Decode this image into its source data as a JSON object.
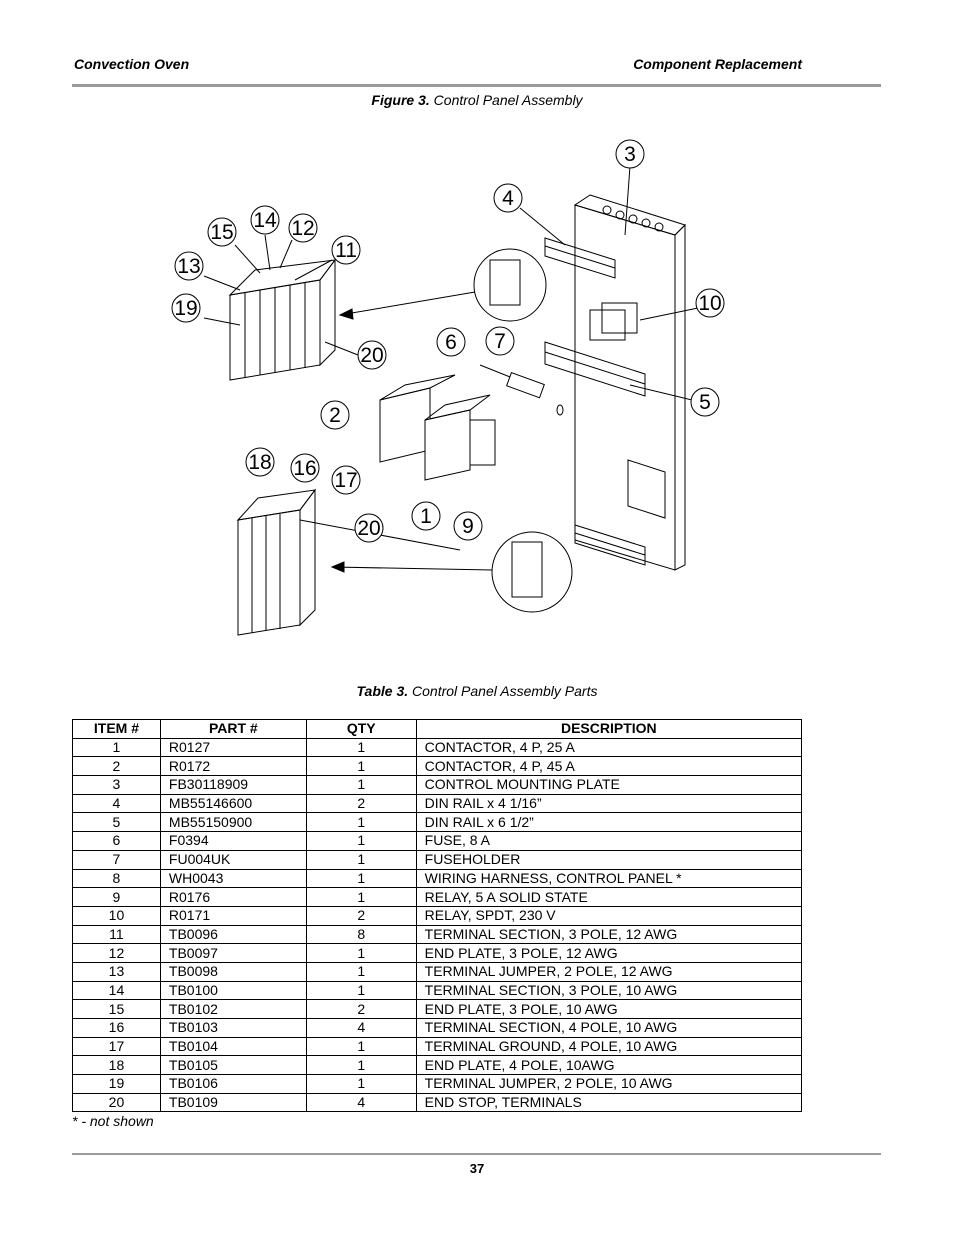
{
  "header": {
    "left": "Convection Oven",
    "right": "Component Replacement"
  },
  "figure_caption": {
    "label": "Figure 3.",
    "text": " Control Panel Assembly"
  },
  "callouts": [
    "3",
    "4",
    "15",
    "14",
    "12",
    "11",
    "13",
    "19",
    "10",
    "20",
    "6",
    "7",
    "2",
    "5",
    "18",
    "16",
    "17",
    "20",
    "1",
    "9"
  ],
  "table_caption": {
    "label": "Table 3.",
    "text": " Control Panel Assembly Parts"
  },
  "table": {
    "headers": [
      "ITEM #",
      "PART #",
      "QTY",
      "DESCRIPTION"
    ],
    "rows": [
      [
        "1",
        "R0127",
        "1",
        "CONTACTOR, 4 P, 25 A"
      ],
      [
        "2",
        "R0172",
        "1",
        "CONTACTOR, 4 P, 45 A"
      ],
      [
        "3",
        "FB30118909",
        "1",
        "CONTROL MOUNTING PLATE"
      ],
      [
        "4",
        "MB55146600",
        "2",
        "DIN RAIL x 4 1/16”"
      ],
      [
        "5",
        "MB55150900",
        "1",
        "DIN RAIL x 6 1/2”"
      ],
      [
        "6",
        "F0394",
        "1",
        "FUSE, 8 A"
      ],
      [
        "7",
        "FU004UK",
        "1",
        "FUSEHOLDER"
      ],
      [
        "8",
        "WH0043",
        "1",
        "WIRING HARNESS, CONTROL PANEL *"
      ],
      [
        "9",
        "R0176",
        "1",
        "RELAY, 5 A SOLID STATE"
      ],
      [
        "10",
        "R0171",
        "2",
        "RELAY, SPDT, 230 V"
      ],
      [
        "11",
        "TB0096",
        "8",
        "TERMINAL SECTION, 3 POLE, 12 AWG"
      ],
      [
        "12",
        "TB0097",
        "1",
        "END PLATE, 3 POLE, 12 AWG"
      ],
      [
        "13",
        "TB0098",
        "1",
        "TERMINAL JUMPER, 2 POLE, 12 AWG"
      ],
      [
        "14",
        "TB0100",
        "1",
        "TERMINAL SECTION, 3 POLE, 10 AWG"
      ],
      [
        "15",
        "TB0102",
        "2",
        "END PLATE, 3 POLE, 10 AWG"
      ],
      [
        "16",
        "TB0103",
        "4",
        "TERMINAL SECTION, 4 POLE, 10 AWG"
      ],
      [
        "17",
        "TB0104",
        "1",
        "TERMINAL GROUND, 4 POLE, 10 AWG"
      ],
      [
        "18",
        "TB0105",
        "1",
        "END PLATE, 4 POLE, 10AWG"
      ],
      [
        "19",
        "TB0106",
        "1",
        "TERMINAL JUMPER, 2 POLE, 10 AWG"
      ],
      [
        "20",
        "TB0109",
        "4",
        "END STOP, TERMINALS"
      ]
    ]
  },
  "footnote": "* - not shown",
  "page_number": "37"
}
